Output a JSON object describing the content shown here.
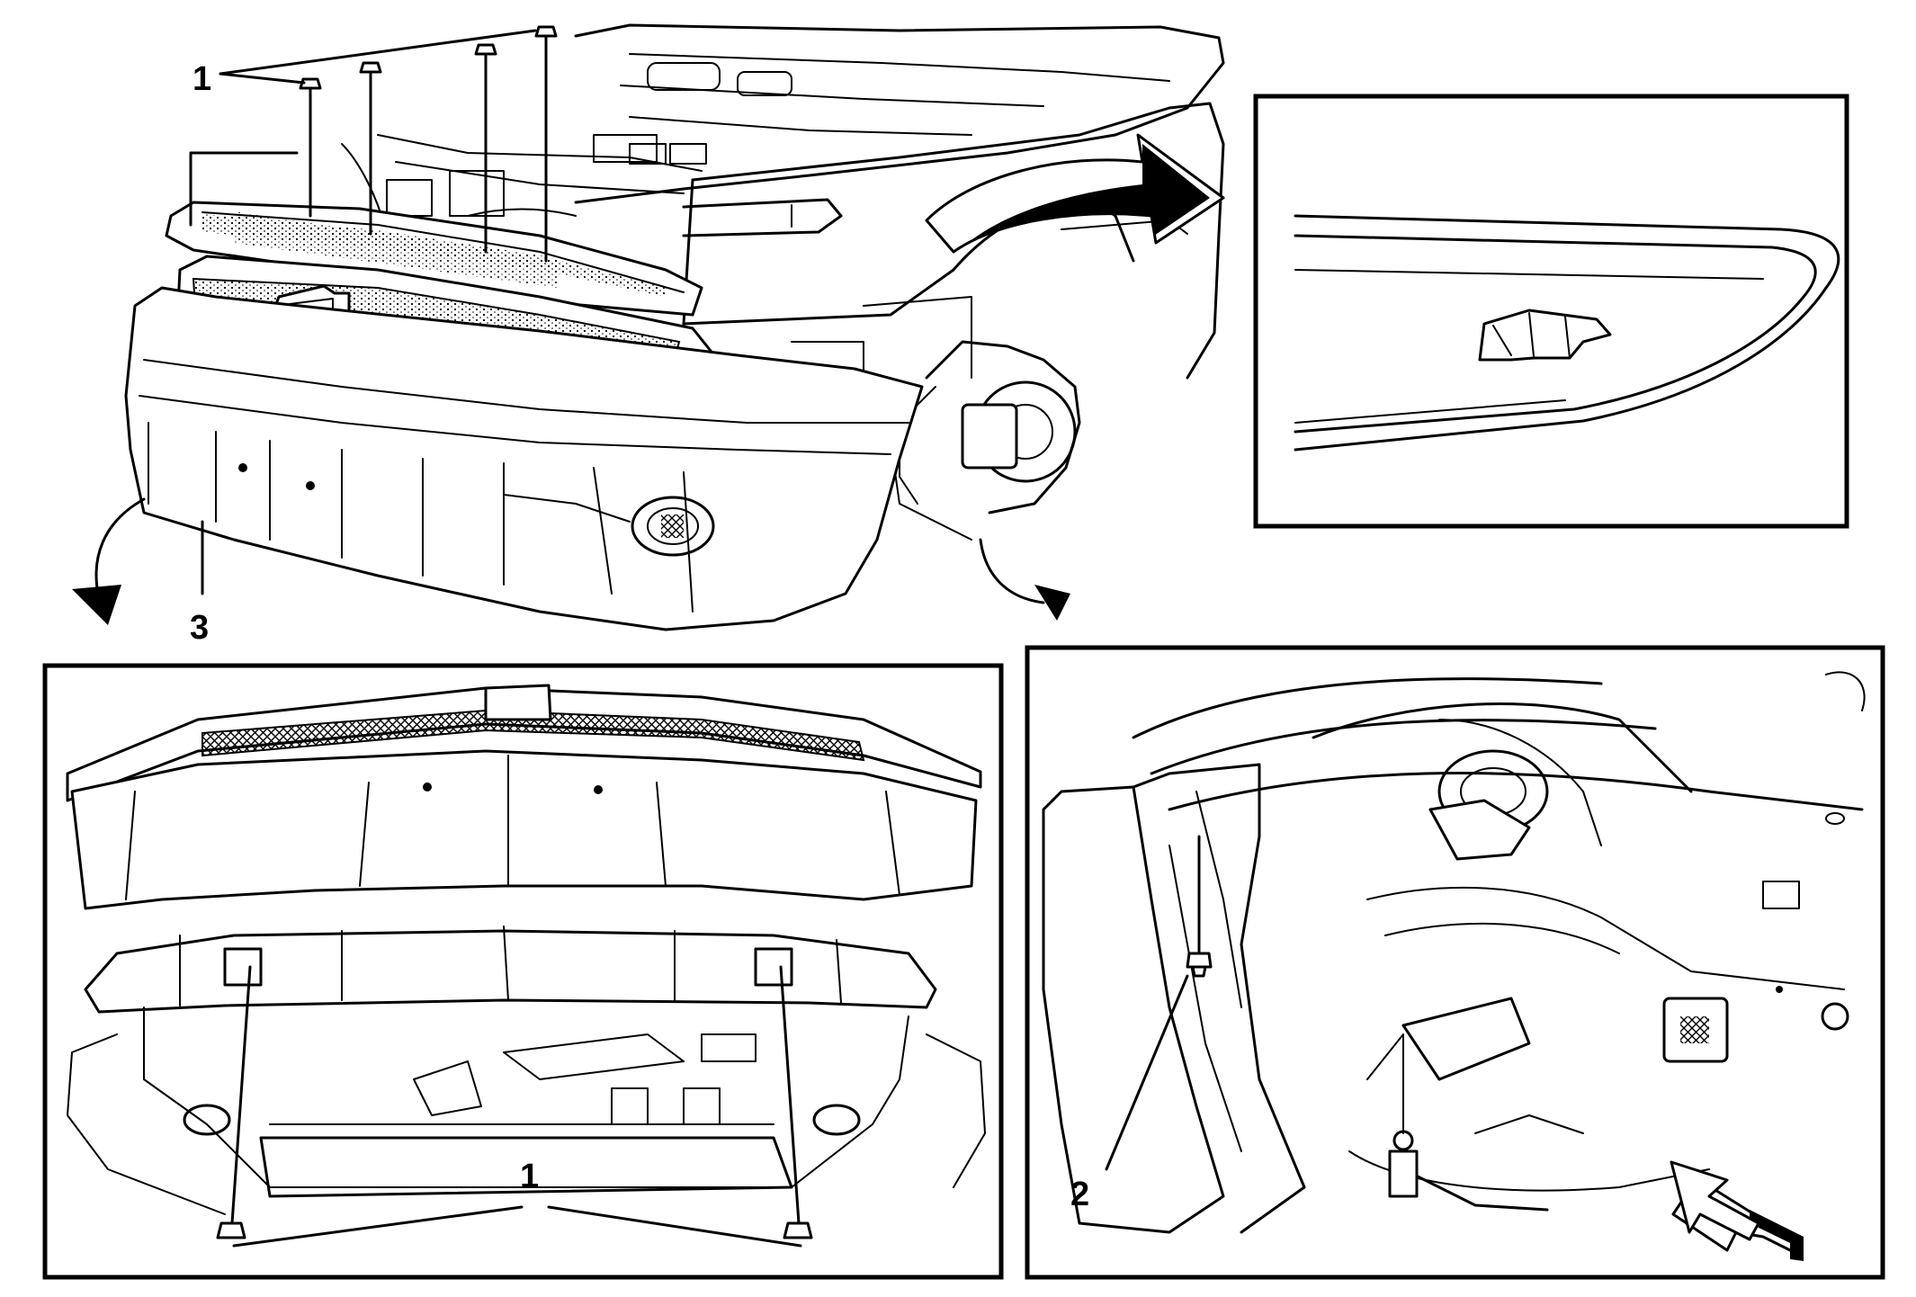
{
  "callouts": {
    "top_fastener": "1",
    "fascia": "3",
    "bottom_fastener": "1",
    "wheelhouse_fastener": "2"
  },
  "colors": {
    "line": "#000000",
    "background": "#ffffff"
  }
}
